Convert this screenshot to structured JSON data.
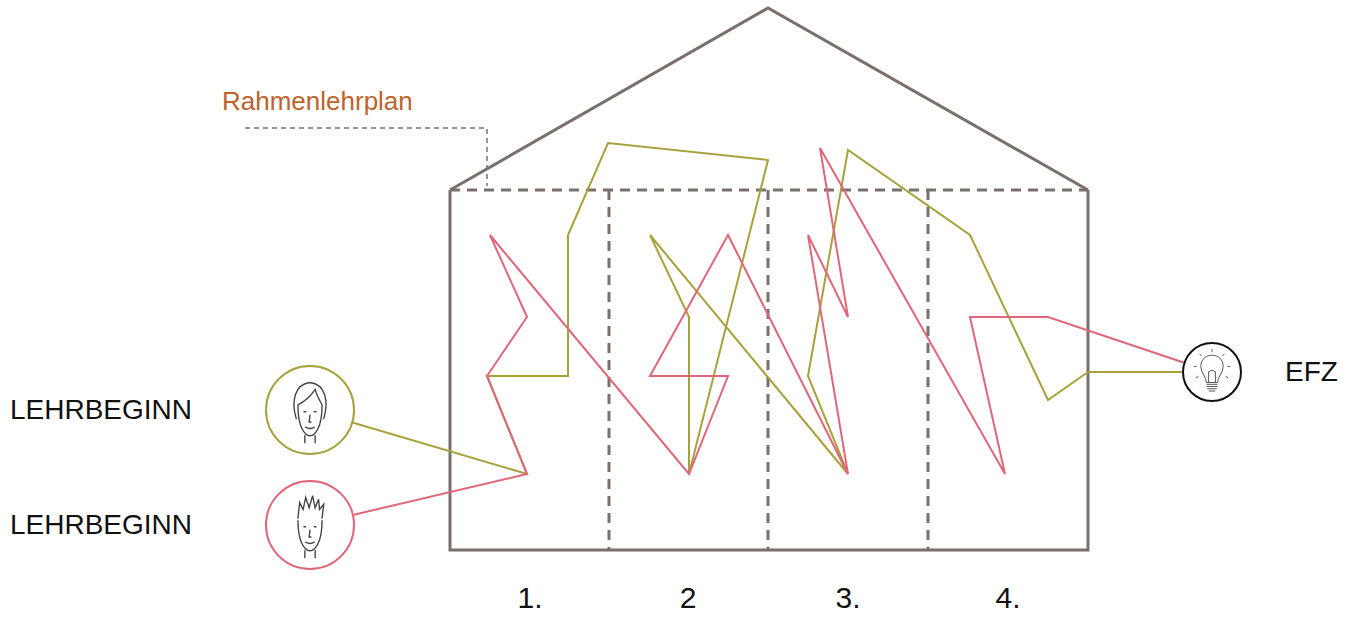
{
  "diagram": {
    "nodes": [
      {
        "text": [
          "LEHRBEGINN"
        ]
      },
      {
        "text": [
          "LEHRBEGINN"
        ]
      },
      {
        "text": [
          "EFZ"
        ]
      }
    ],
    "edges": [
      {
        "from": 0,
        "to": 2,
        "arrow": "none"
      },
      {
        "from": 1,
        "to": 2,
        "arrow": "none"
      }
    ],
    "labels": [
      "Rahmenlehrplan",
      "1.",
      "2",
      "3.",
      "4."
    ]
  }
}
